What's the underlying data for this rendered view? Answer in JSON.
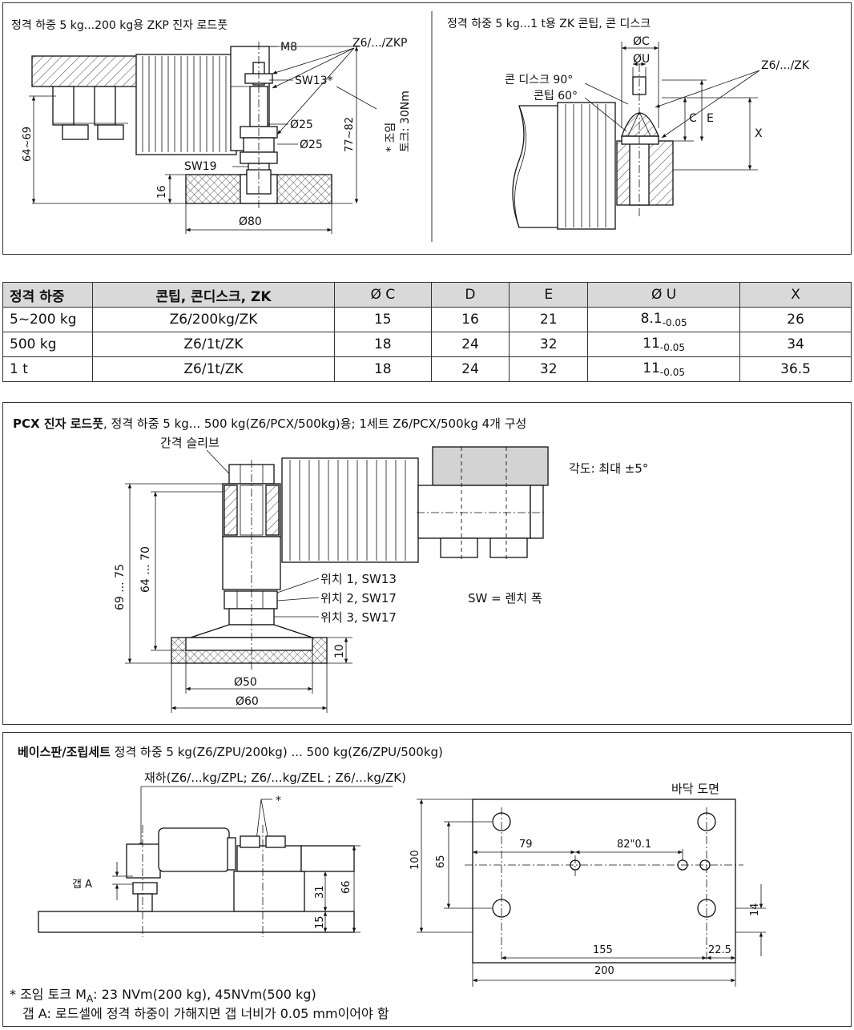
{
  "panel1": {
    "title": "정격 하중 5 kg...200 kg용 ZKP 진자 로드풋",
    "m8": "M8",
    "z6zkp": "Z6/.../ZKP",
    "sw13": "SW13*",
    "d25a": "Ø25",
    "d25b": "Ø25",
    "sw19": "SW19",
    "h64": "64~69",
    "h77": "77~82",
    "h16": "16",
    "d80": "Ø80",
    "torque1": "* 조임",
    "torque2": "토크: 30Nm"
  },
  "panel2": {
    "title": "정격 하중 5 kg...1 t용 ZK 콘팁, 콘 디스크",
    "dc": "ØC",
    "du": "ØU",
    "z6zk": "Z6/.../ZK",
    "cone90": "콘 디스크 90°",
    "cone60": "콘팁 60°",
    "c": "C",
    "e": "E",
    "x": "X"
  },
  "table": {
    "headers": [
      "정격 하중",
      "콘팁, 콘디스크, ZK",
      "Ø C",
      "D",
      "E",
      "Ø U",
      "X"
    ],
    "rows": [
      {
        "load": "5~200 kg",
        "model": "Z6/200kg/ZK",
        "c": "15",
        "d": "16",
        "e": "21",
        "u_main": "8.1",
        "u_tol": "-0.05",
        "x": "26"
      },
      {
        "load": "500 kg",
        "model": "Z6/1t/ZK",
        "c": "18",
        "d": "24",
        "e": "32",
        "u_main": "11",
        "u_tol": "-0.05",
        "x": "34"
      },
      {
        "load": "1 t",
        "model": "Z6/1t/ZK",
        "c": "18",
        "d": "24",
        "e": "32",
        "u_main": "11",
        "u_tol": "-0.05",
        "x": "36.5"
      }
    ]
  },
  "panel3": {
    "title_bold": "PCX 진자 로드풋",
    "title_rest": ", 정격 하중 5 kg... 500 kg(Z6/PCX/500kg)용; 1세트 Z6/PCX/500kg 4개 구성",
    "sleeve": "간격 슬리브",
    "angle": "각도: 최대 ±5°",
    "pos1": "위치 1, SW13",
    "pos2": "위치 2, SW17",
    "pos3": "위치 3, SW17",
    "sw_note": "SW = 렌치 폭",
    "h69": "69 ... 75",
    "h64": "64 ... 70",
    "h10": "10",
    "d50": "Ø50",
    "d60": "Ø60"
  },
  "panel4": {
    "title_bold": "베이스판/조립세트",
    "title_rest": " 정격 하중 5 kg(Z6/ZPU/200kg) ... 500 kg(Z6/ZPU/500kg)",
    "load_label": "재하(Z6/...kg/ZPL;  Z6/...kg/ZEL ; Z6/...kg/ZK)",
    "star": "*",
    "gap": "갭 A",
    "d31": "31",
    "d66": "66",
    "d15": "15",
    "bottom_view": "바닥 도면",
    "d100": "100",
    "d65": "65",
    "d79": "79",
    "d82": "82\"0.1",
    "d14": "14",
    "d155": "155",
    "d22": "22.5",
    "d200": "200",
    "note1_a": "* 조임 토크 M",
    "note1_sub": "A",
    "note1_b": ": 23 NVm(200 kg), 45NVm(500 kg)",
    "note2": "갭 A: 로드셀에 정격 하중이 가해지면 갭 너비가 0.05 mm이어야 함"
  }
}
